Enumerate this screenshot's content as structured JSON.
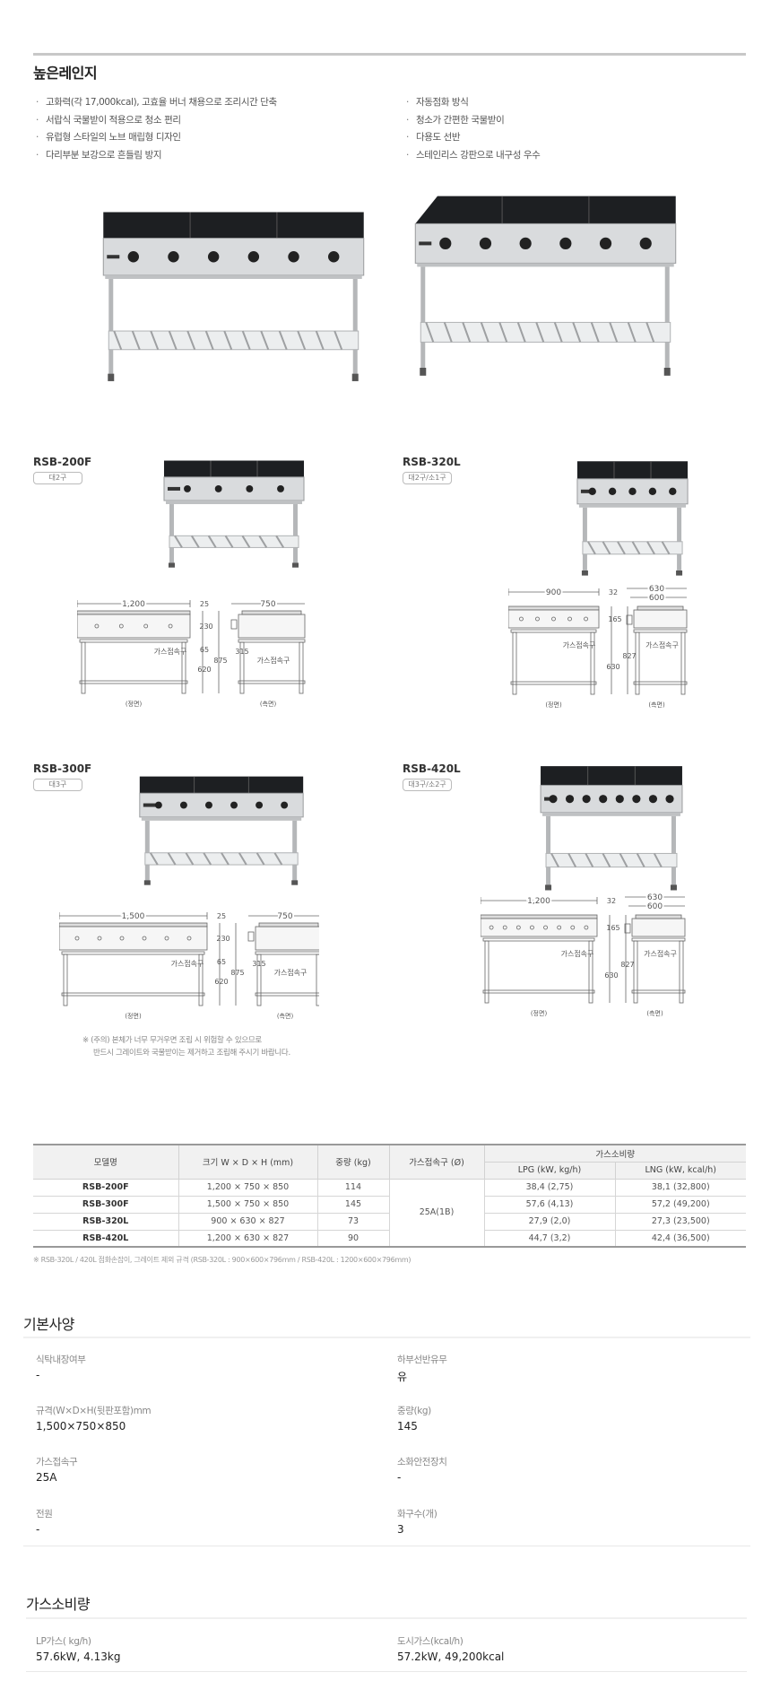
{
  "title": "높은레인지",
  "features_left": [
    "고화력(각 17,000kcal), 고효율 버너 채용으로 조리시간 단축",
    "서랍식 국물받이 적용으로 청소 편리",
    "유럽형 스타일의 노브 매립형 디자인",
    "다리부분 보강으로 흔들림 방지"
  ],
  "features_right": [
    "자동점화 방식",
    "청소가 간편한 국물받이",
    "다용도 선반",
    "스테인리스 강판으로 내구성 우수"
  ],
  "drawing_labels": {
    "gas": "가스접속구",
    "front": "(정면)",
    "side": "(측면)"
  },
  "models": [
    {
      "name": "RSB-200F",
      "badge": "대2구",
      "knobs": 4,
      "type": "F",
      "width": "1,200",
      "depth": "750",
      "d1": "25",
      "d2": "230",
      "d3": "65",
      "d4": "620",
      "total": "875",
      "inner": "315"
    },
    {
      "name": "RSB-320L",
      "badge": "대2구/소1구",
      "knobs": 5,
      "type": "L",
      "width": "900",
      "depth": "630",
      "depth_inner": "600",
      "d1": "32",
      "d2": "165",
      "d4": "630",
      "total": "827"
    },
    {
      "name": "RSB-300F",
      "badge": "대3구",
      "knobs": 6,
      "type": "F",
      "width": "1,500",
      "depth": "750",
      "d1": "25",
      "d2": "230",
      "d3": "65",
      "d4": "620",
      "total": "875",
      "inner": "315"
    },
    {
      "name": "RSB-420L",
      "badge": "대3구/소2구",
      "knobs": 8,
      "type": "L",
      "width": "1,200",
      "depth": "630",
      "depth_inner": "600",
      "d1": "32",
      "d2": "165",
      "d4": "630",
      "total": "827"
    }
  ],
  "note_lines": [
    "※ (주의) 본체가 너무 무거우면 조립 시 위험할 수 있으므로",
    "반드시 그레이트와 국물받이는 제거하고 조립해 주시기 바랍니다."
  ],
  "table": {
    "headers": {
      "model": "모델명",
      "size": "크기 W × D × H (mm)",
      "weight": "중량 (kg)",
      "gas_port": "가스접속구 (Ø)",
      "consumption": "가스소비량",
      "lpg": "LPG (kW, kg/h)",
      "lng": "LNG (kW, kcal/h)"
    },
    "gas_port_value": "25A(1B)",
    "rows": [
      {
        "model": "RSB-200F",
        "size": "1,200 × 750 × 850",
        "weight": "114",
        "lpg": "38,4 (2,75)",
        "lng": "38,1 (32,800)"
      },
      {
        "model": "RSB-300F",
        "size": "1,500 × 750 × 850",
        "weight": "145",
        "lpg": "57,6 (4,13)",
        "lng": "57,2 (49,200)"
      },
      {
        "model": "RSB-320L",
        "size": "900 × 630 × 827",
        "weight": "73",
        "lpg": "27,9 (2,0)",
        "lng": "27,3 (23,500)"
      },
      {
        "model": "RSB-420L",
        "size": "1,200 × 630 × 827",
        "weight": "90",
        "lpg": "44,7 (3,2)",
        "lng": "42,4 (36,500)"
      }
    ],
    "note": "※ RSB-320L / 420L 점화손잡이, 그레이트 제외 규격 (RSB-320L : 900×600×796mm / RSB-420L : 1200×600×796mm)"
  },
  "basic_spec": {
    "title": "기본사양",
    "items": [
      {
        "label": "식탁내장여부",
        "value": "-"
      },
      {
        "label": "하부선반유무",
        "value": "유"
      },
      {
        "label": "규격(W×D×H(뒷판포함)mm",
        "value": "1,500×750×850"
      },
      {
        "label": "중량(kg)",
        "value": "145"
      },
      {
        "label": "가스접속구",
        "value": "25A"
      },
      {
        "label": "소화안전장치",
        "value": "-"
      },
      {
        "label": "전원",
        "value": "-"
      },
      {
        "label": "화구수(개)",
        "value": "3"
      }
    ]
  },
  "gas_spec": {
    "title": "가스소비량",
    "items": [
      {
        "label": "LP가스( kg/h)",
        "value": "57.6kW, 4.13kg"
      },
      {
        "label": "도시가스(kcal/h)",
        "value": "57.2kW, 49,200kcal"
      }
    ]
  }
}
